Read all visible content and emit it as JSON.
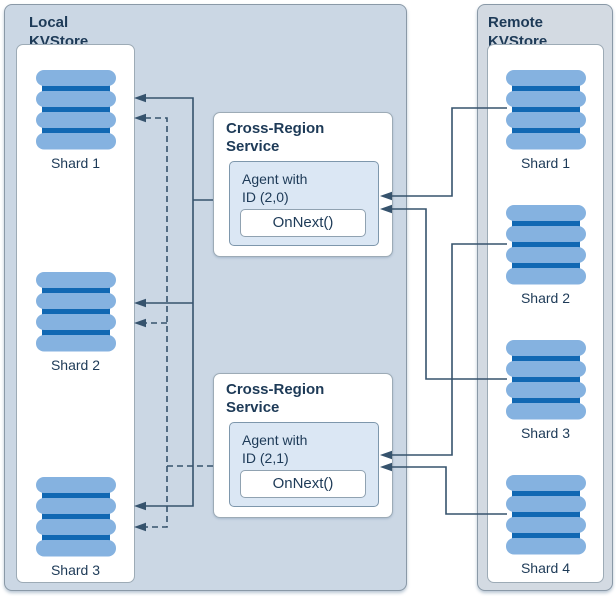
{
  "diagram": {
    "local": {
      "title_line1": "Local",
      "title_line2": "KVStore",
      "shards": [
        {
          "label": "Shard 1"
        },
        {
          "label": "Shard 2"
        },
        {
          "label": "Shard 3"
        }
      ]
    },
    "remote": {
      "title_line1": "Remote",
      "title_line2": "KVStore",
      "shards": [
        {
          "label": "Shard 1"
        },
        {
          "label": "Shard 2"
        },
        {
          "label": "Shard 3"
        },
        {
          "label": "Shard 4"
        }
      ]
    },
    "services": [
      {
        "title_line1": "Cross-Region",
        "title_line2": "Service",
        "agent_line1": "Agent with",
        "agent_line2": "ID (2,0)",
        "button_label": "OnNext()"
      },
      {
        "title_line1": "Cross-Region",
        "title_line2": "Service",
        "agent_line1": "Agent with",
        "agent_line2": "ID (2,1)",
        "button_label": "OnNext()"
      }
    ],
    "colors": {
      "local_panel_fill": "#cbd7e4",
      "remote_panel_fill": "#d3dae2",
      "panel_border": "#8a99a7",
      "box_border": "#9dabb6",
      "agent_fill": "#dbe7f4",
      "agent_border": "#7e97ac",
      "shard_pill": "#85b2e0",
      "shard_bar": "#1168b3",
      "line": "#36536d",
      "text": "#1d3a57"
    }
  }
}
